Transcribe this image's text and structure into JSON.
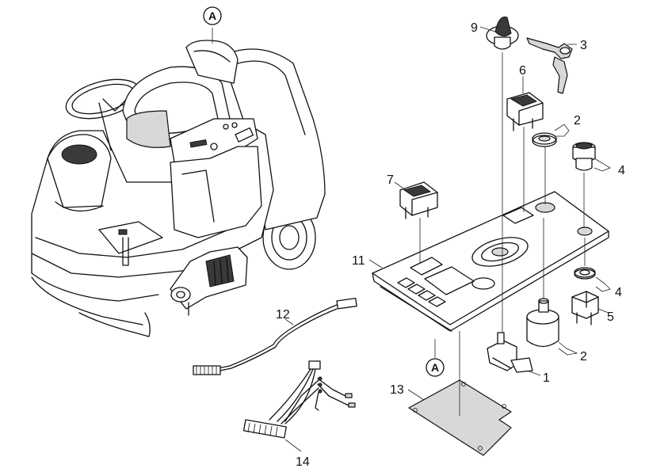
{
  "diagram": {
    "view_marker": "A",
    "callouts": [
      {
        "id": "c1",
        "label": "1"
      },
      {
        "id": "c2a",
        "label": "2"
      },
      {
        "id": "c2b",
        "label": "2"
      },
      {
        "id": "c3",
        "label": "3"
      },
      {
        "id": "c4a",
        "label": "4"
      },
      {
        "id": "c4b",
        "label": "4"
      },
      {
        "id": "c5",
        "label": "5"
      },
      {
        "id": "c6",
        "label": "6"
      },
      {
        "id": "c7",
        "label": "7"
      },
      {
        "id": "c9",
        "label": "9"
      },
      {
        "id": "c11",
        "label": "11"
      },
      {
        "id": "c12",
        "label": "12"
      },
      {
        "id": "c13",
        "label": "13"
      },
      {
        "id": "c14",
        "label": "14"
      }
    ]
  }
}
